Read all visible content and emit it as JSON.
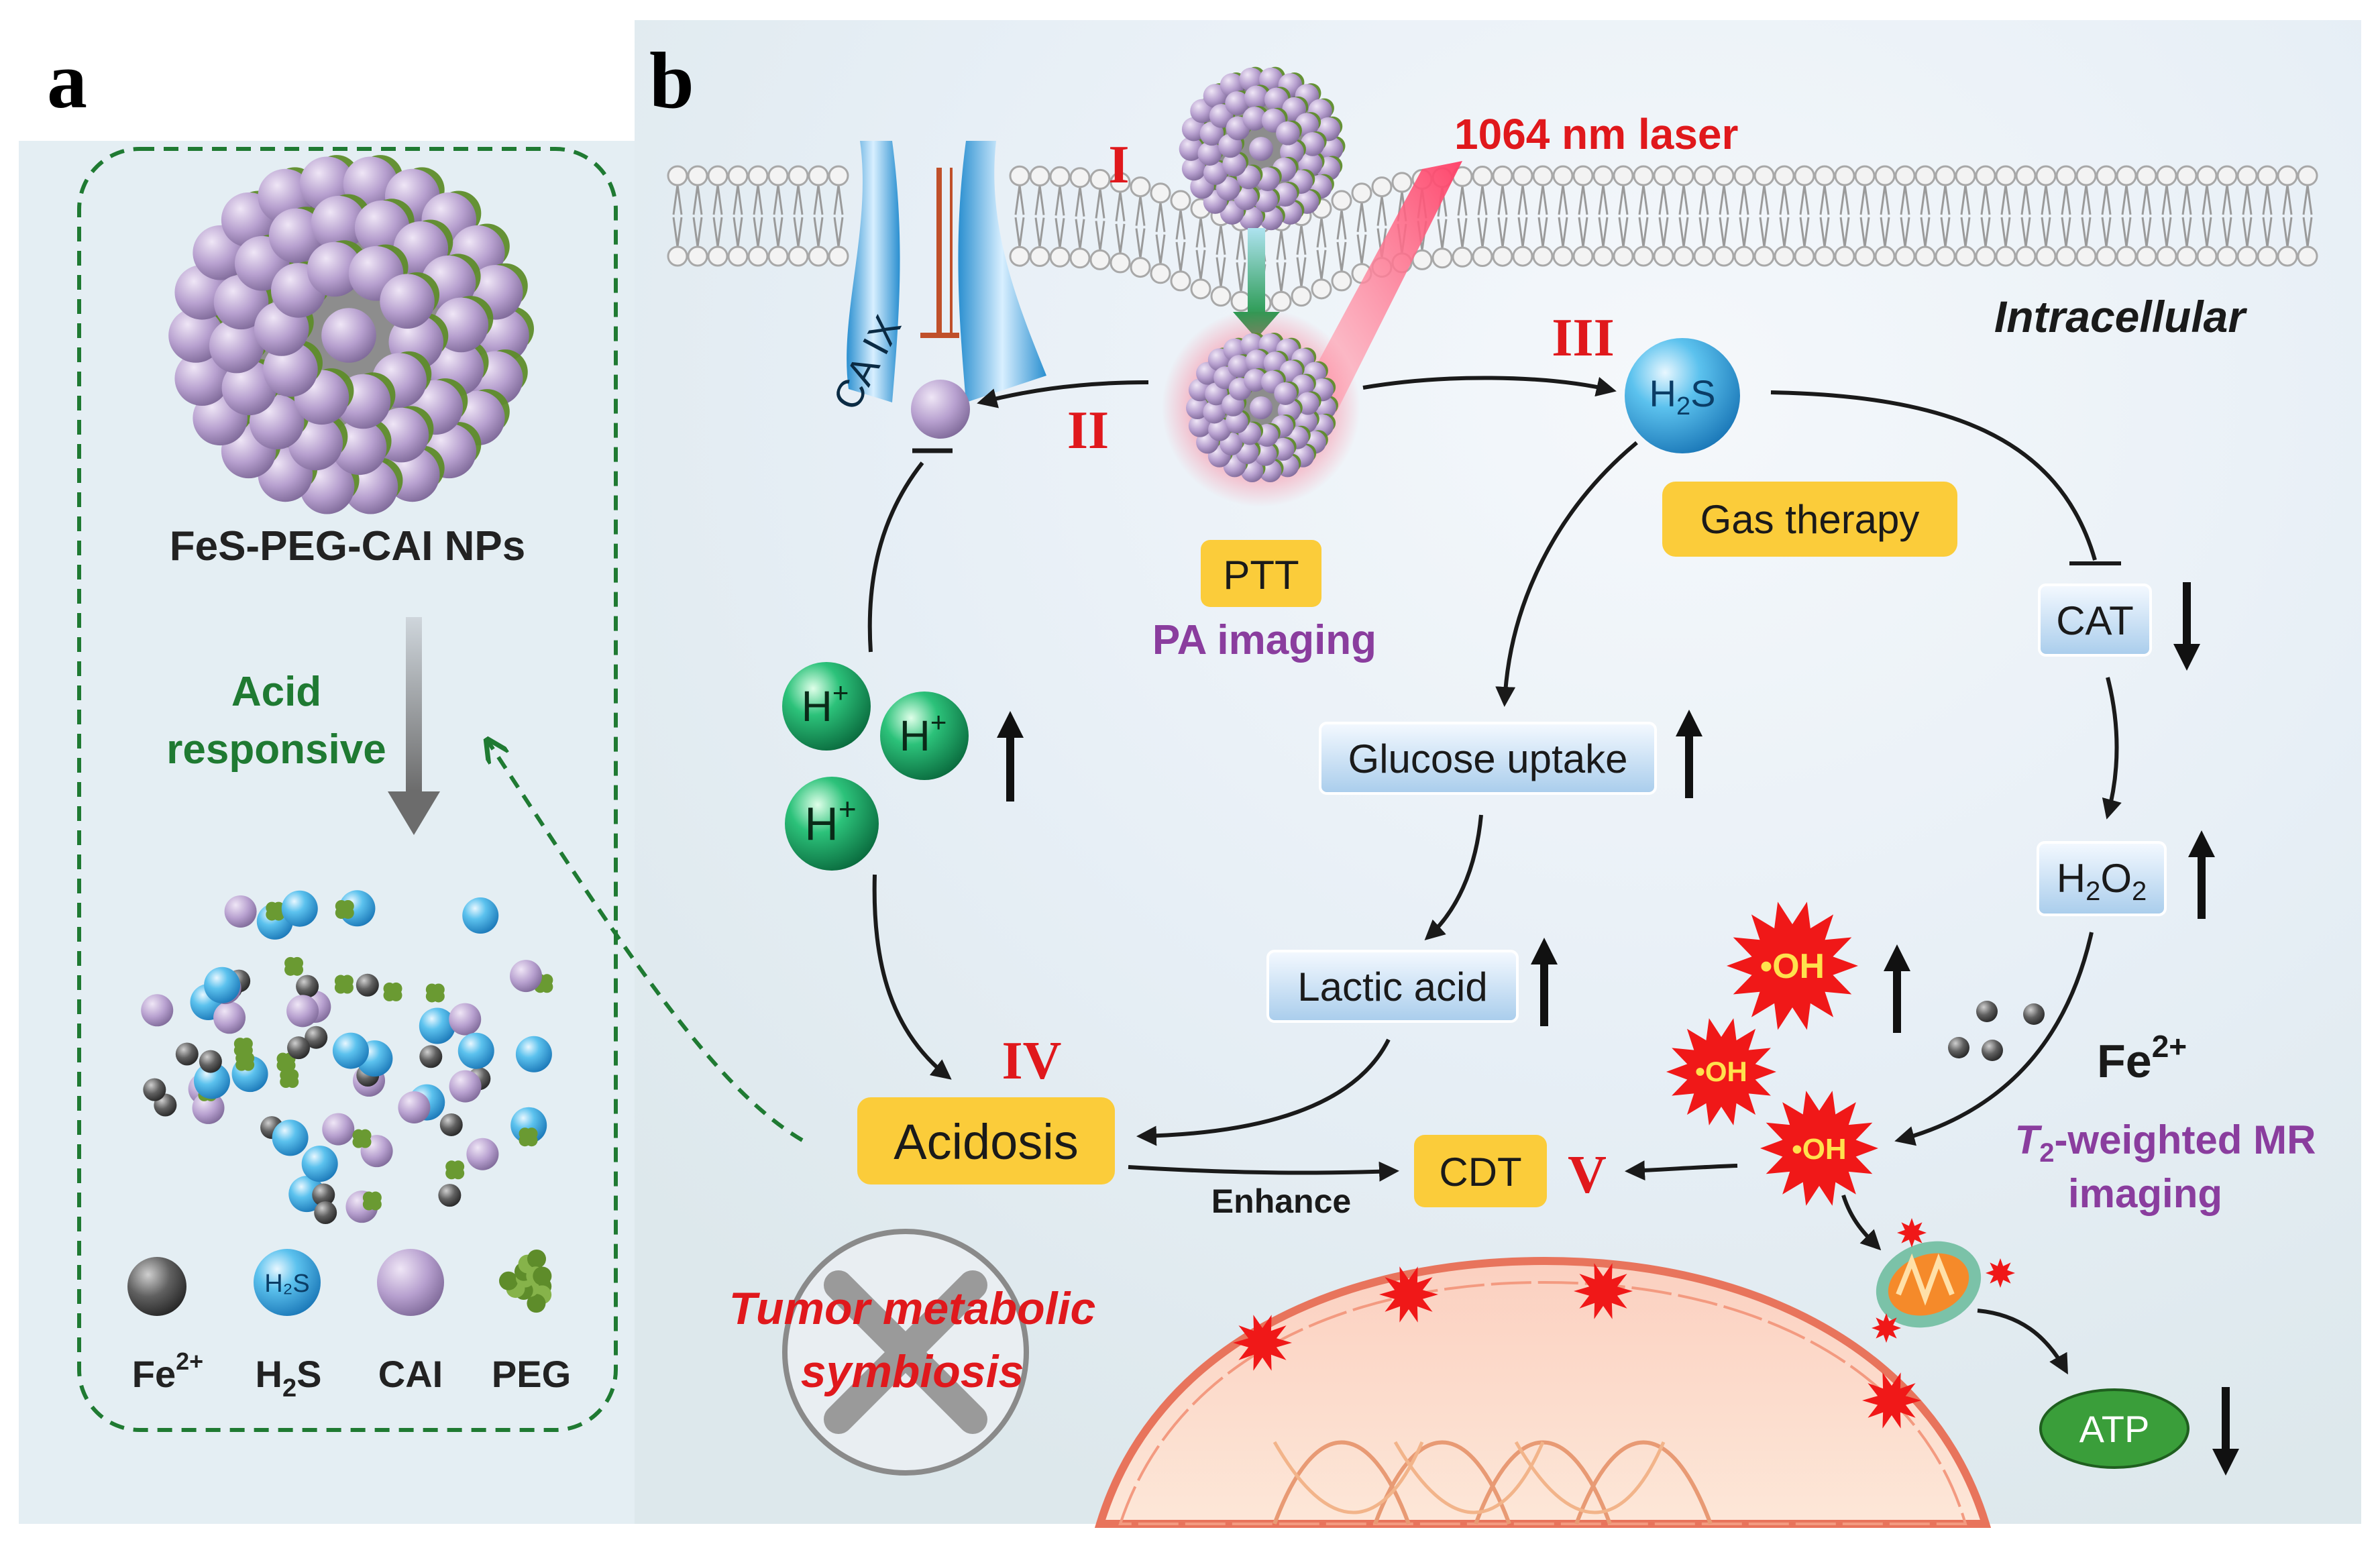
{
  "panel_a": {
    "letter": "a",
    "np_title": "FeS-PEG-CAI NPs",
    "acid_line1": "Acid",
    "acid_line2": "responsive",
    "h2s_bead": "H₂S",
    "legend": [
      {
        "key": "fe",
        "base": "Fe",
        "sup": "2+"
      },
      {
        "key": "h2s",
        "base": "H",
        "sub": "2",
        "tail": "S"
      },
      {
        "key": "cai",
        "base": "CAI"
      },
      {
        "key": "peg",
        "base": "PEG"
      }
    ]
  },
  "panel_b": {
    "letter": "b",
    "laser": "1064 nm laser",
    "intracellular": "Intracellular",
    "caix": "CA IX",
    "numerals": {
      "i": "I",
      "ii": "II",
      "iii": "III",
      "iv": "IV",
      "v": "V"
    },
    "h2s": {
      "base": "H",
      "sub": "2",
      "tail": "S"
    },
    "gas_therapy": "Gas therapy",
    "ptt": "PTT",
    "pa_imaging": "PA imaging",
    "proton": {
      "base": "H",
      "sup": "+"
    },
    "glucose_uptake": "Glucose uptake",
    "lactic_acid": "Lactic acid",
    "cat": "CAT",
    "h2o2": {
      "a": "H",
      "b": "2",
      "c": "O",
      "d": "2"
    },
    "oh": "•OH",
    "fe2": {
      "base": "Fe",
      "sup": "2+"
    },
    "mr1": {
      "t": "T",
      "sub": "2",
      "rest": "-weighted MR"
    },
    "mr2": "imaging",
    "acidosis": "Acidosis",
    "cdt": "CDT",
    "enhance": "Enhance",
    "symbiosis1": "Tumor metabolic",
    "symbiosis2": "symbiosis",
    "atp": "ATP"
  },
  "colors": {
    "label_fill": "#fbcc3a",
    "roman_red": "#e0181c",
    "purple": "#8a3d9e",
    "green_text": "#1f7a32",
    "blue_box": "#cfe3f6",
    "h2s_blue": "#2aa7de",
    "proton_green": "#14a866",
    "ros_red": "#f01818",
    "atp_green": "#3a9e3a"
  }
}
